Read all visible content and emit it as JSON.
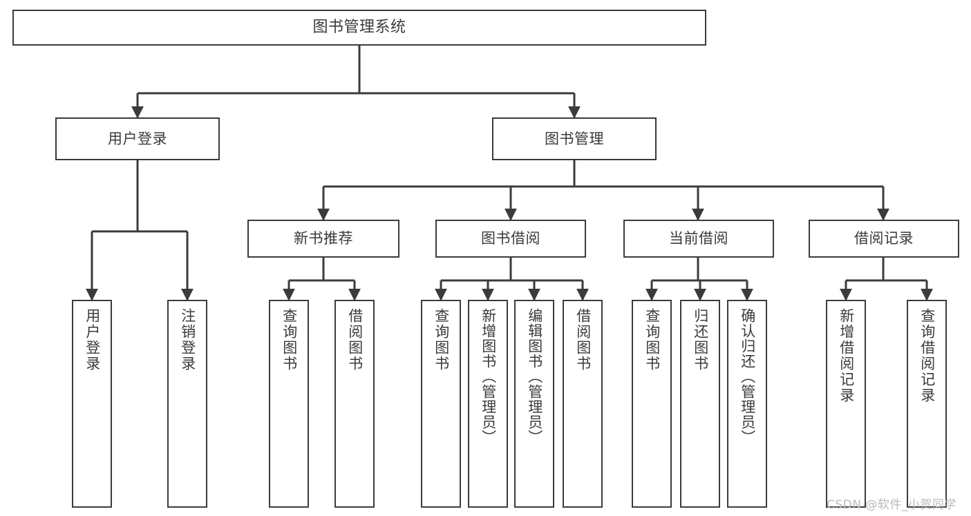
{
  "diagram": {
    "title": "图书管理系统",
    "type": "tree-hierarchy-chart",
    "watermark": "CSDN @软件_小贺同学",
    "colors": {
      "box_border": "#3b3b3b",
      "box_fill": "#ffffff",
      "text": "#3a3a3a",
      "edge": "#3b3b3b",
      "background": "#ffffff",
      "watermark": "#b9b9b9"
    },
    "nodes": {
      "root": {
        "label": "图书管理系统"
      },
      "level1": [
        {
          "id": "user-login",
          "label": "用户登录"
        },
        {
          "id": "book-manage",
          "label": "图书管理"
        }
      ],
      "level2": [
        {
          "id": "new-book-recommend",
          "label": "新书推荐"
        },
        {
          "id": "book-borrow",
          "label": "图书借阅"
        },
        {
          "id": "current-borrow",
          "label": "当前借阅"
        },
        {
          "id": "borrow-record",
          "label": "借阅记录"
        }
      ],
      "leaves": [
        {
          "id": "leaf-user-login",
          "parent": "user-login",
          "label": "用户登录"
        },
        {
          "id": "leaf-logout-login",
          "parent": "user-login",
          "label": "注销登录"
        },
        {
          "id": "leaf-query-book-1",
          "parent": "new-book-recommend",
          "label": "查询图书"
        },
        {
          "id": "leaf-borrow-book-1",
          "parent": "new-book-recommend",
          "label": "借阅图书"
        },
        {
          "id": "leaf-query-book-2",
          "parent": "book-borrow",
          "label": "查询图书"
        },
        {
          "id": "leaf-add-book",
          "parent": "book-borrow",
          "label": "新增图书（管理员）"
        },
        {
          "id": "leaf-edit-book",
          "parent": "book-borrow",
          "label": "编辑图书（管理员）"
        },
        {
          "id": "leaf-borrow-book-2",
          "parent": "book-borrow",
          "label": "借阅图书"
        },
        {
          "id": "leaf-query-book-3",
          "parent": "current-borrow",
          "label": "查询图书"
        },
        {
          "id": "leaf-return-book",
          "parent": "current-borrow",
          "label": "归还图书"
        },
        {
          "id": "leaf-confirm-return",
          "parent": "current-borrow",
          "label": "确认归还（管理员）"
        },
        {
          "id": "leaf-add-record",
          "parent": "borrow-record",
          "label": "新增借阅记录"
        },
        {
          "id": "leaf-query-record",
          "parent": "borrow-record",
          "label": "查询借阅记录"
        }
      ]
    }
  }
}
